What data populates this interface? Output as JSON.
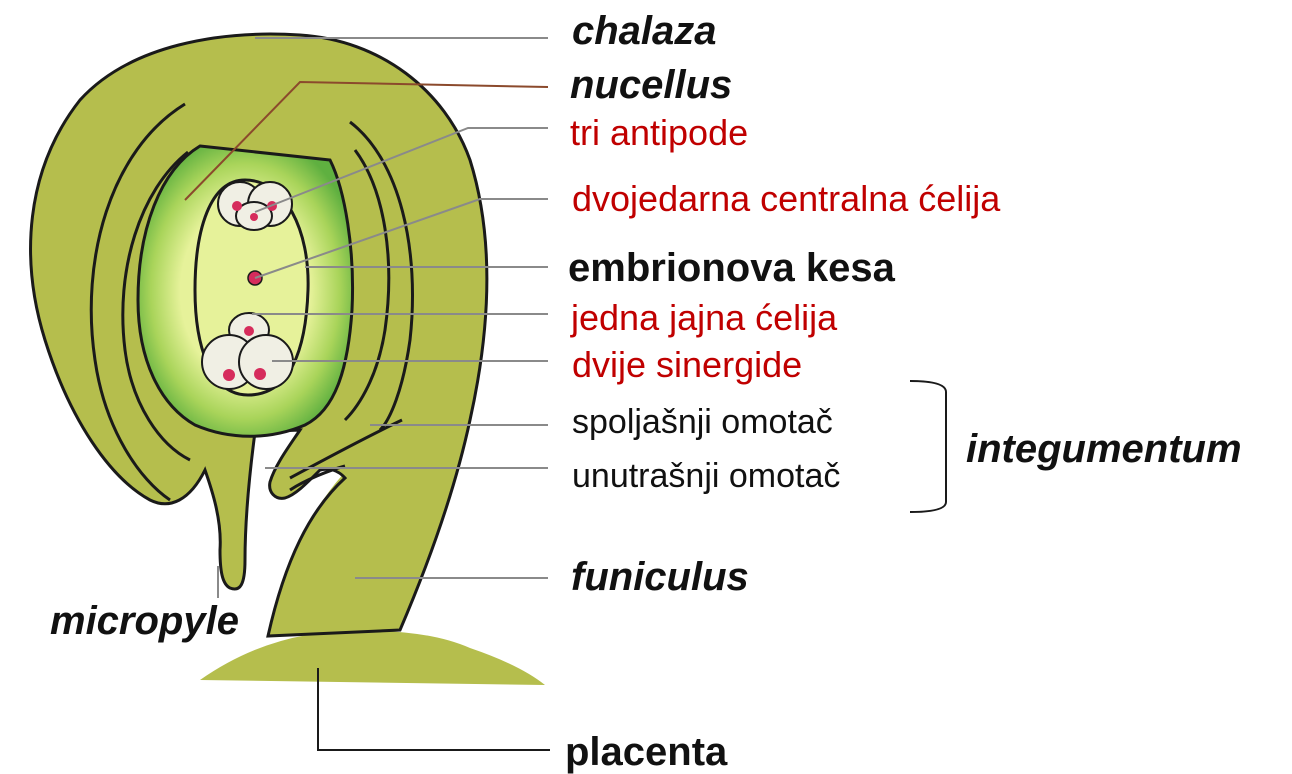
{
  "labels": {
    "chalaza": "chalaza",
    "nucellus": "nucellus",
    "tri_antipode": "tri antipode",
    "central_cell": "dvojedarna centralna ćelija",
    "embryo_sac": "embrionova kesa",
    "egg_cell": "jedna jajna ćelija",
    "synergids": "dvije sinergide",
    "outer_integument": "spoljašnji omotač",
    "inner_integument": "unutrašnji omotač",
    "integumentum": "integumentum",
    "funiculus": "funiculus",
    "micropyle": "micropyle",
    "placenta": "placenta"
  },
  "colors": {
    "tissue": "#b5be4d",
    "outline": "#1a1a1a",
    "nucellus_inner": "#5fb040",
    "embryo_sac": "#e6f29a",
    "cell": "#f0efe4",
    "nucleus": "#d62c5c",
    "label_red": "#c00000",
    "leader_grey": "#8a8a8a",
    "leader_brown": "#8b4a2c"
  }
}
